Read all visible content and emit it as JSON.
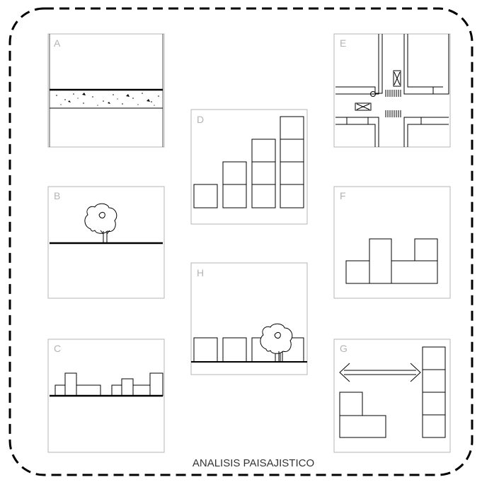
{
  "title": "ANALISIS PAISAJISTICO",
  "panels": [
    {
      "id": "A",
      "label": "A",
      "subject": "road with gravel strip"
    },
    {
      "id": "B",
      "label": "B",
      "subject": "single tree on ground line"
    },
    {
      "id": "C",
      "label": "C",
      "subject": "low building skyline"
    },
    {
      "id": "D",
      "label": "D",
      "subject": "stepped block stacks"
    },
    {
      "id": "E",
      "label": "E",
      "subject": "street intersection plan"
    },
    {
      "id": "F",
      "label": "F",
      "subject": "block composition"
    },
    {
      "id": "G",
      "label": "G",
      "subject": "distance between volumes"
    },
    {
      "id": "H",
      "label": "H",
      "subject": "row of blocks with tree"
    }
  ],
  "colors": {
    "frame": "#000000",
    "panel_border": "#b4b4b4",
    "panel_label": "#b4b4b4",
    "ink": "#000000"
  }
}
